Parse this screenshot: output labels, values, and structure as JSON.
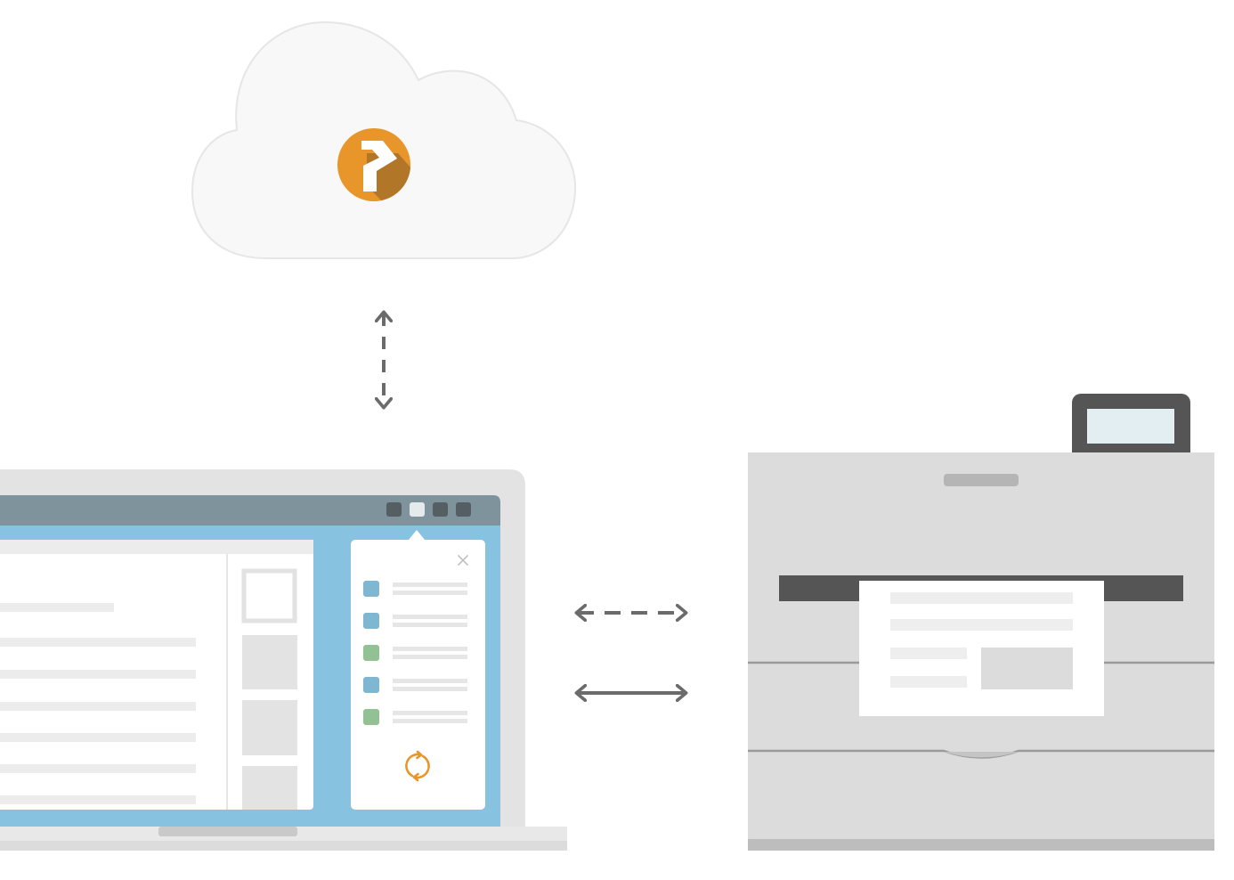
{
  "diagram": {
    "nodes": [
      {
        "id": "cloud",
        "icon": "cloud-service-icon",
        "logo": "orange-p-logo"
      },
      {
        "id": "laptop",
        "icon": "laptop-icon",
        "popup_icon": "refresh-icon"
      },
      {
        "id": "printer",
        "icon": "printer-icon"
      }
    ],
    "connections": [
      {
        "from": "cloud",
        "to": "laptop",
        "style": "dashed",
        "direction": "bidirectional"
      },
      {
        "from": "laptop",
        "to": "printer",
        "style": "dashed",
        "direction": "bidirectional"
      },
      {
        "from": "laptop",
        "to": "printer",
        "style": "solid",
        "direction": "bidirectional"
      }
    ],
    "popup_list_item_colors": [
      "#7fb7d3",
      "#7fb7d3",
      "#92c194",
      "#7fb7d3",
      "#92c194"
    ]
  },
  "colors": {
    "background": "#ffffff",
    "accent_orange": "#e8952a",
    "arrow_gray": "#6b6b6b",
    "laptop_frame": "#e3e3e3",
    "window_bar": "#7f939c",
    "desktop_blue": "#87c3e0",
    "printer_body": "#dcdcdc",
    "printer_dark": "#555555",
    "printer_screen": "#e2eef2"
  }
}
